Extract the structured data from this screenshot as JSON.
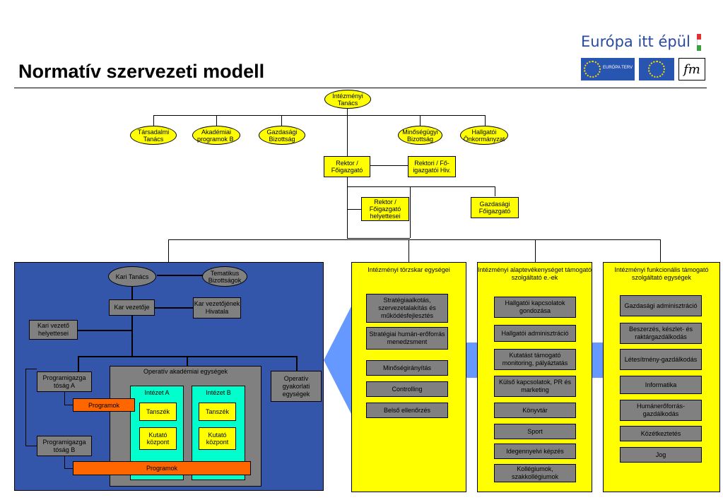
{
  "header": {
    "title": "Normatív szervezeti modell",
    "logo_text": "Európa itt épül",
    "logo_europa_terv": "EURÓPA TERV",
    "logo_fm": "fm"
  },
  "colors": {
    "yellow": "#ffff00",
    "blue_panel": "#3355aa",
    "light_blue_arrow": "#6699ff",
    "gray": "#808080",
    "orange": "#ff6600",
    "cyan": "#00ffcc"
  },
  "top": {
    "intezmenyi_tanacs": "Intézményi Tanács",
    "tarsadalmi_tanacs": "Társadalmi Tanács",
    "akademiai_programok": "Akadémiai programok B.",
    "gazdasagi_bizottsag": "Gazdasági Bizottság",
    "minosegugyi_bizottsag": "Minőségügyi Bizottság",
    "hallgatoi_onkormanyzat": "Hallgatói Önkormányzat",
    "rektor": "Rektor / Főigazgató",
    "rektori_hivatal": "Rektori / Fő-igazgatói Hiv.",
    "rektor_helyettesei": "Rektor / Főigazgató helyettesei",
    "gazdasagi_foigazgato": "Gazdasági Főigazgató"
  },
  "faculty": {
    "kari_tanacs": "Kari Tanács",
    "tematikus_bizottsagok": "Tematikus Bizottságok",
    "kar_vezetoje": "Kar vezetője",
    "kar_vezetojenek_hivatala": "Kar vezetőjének Hivatala",
    "kari_vezeto_helyettesei": "Kari vezető helyettesei",
    "programigazgatosag_a": "Programigazga tóság A",
    "programigazgatosag_b": "Programigazga tóság B",
    "operativ_akademiai": "Operatív akadémiai egységek",
    "operativ_gyakorlati": "Operatív gyakorlati egységek",
    "programok_a": "Programok",
    "programok_b": "Programok",
    "intezet_a": "Intézet A",
    "intezet_b": "Intézet B",
    "tanszek": "Tanszék",
    "kutato_kozpont": "Kutató központ"
  },
  "columns": [
    {
      "title": "Intézményi törzskar egységei",
      "items": [
        "Stratégiaalkotás, szervezetalakítás és működésfejlesztés",
        "Stratégiai humán-erőforrás menedzsment",
        "Minőségirányítás",
        "Controlling",
        "Belső ellenőrzés"
      ]
    },
    {
      "title": "Intézményi alaptevékenységet támogató szolgáltató e.-ek",
      "items": [
        "Hallgatói kapcsolatok gondozása",
        "Hallgatói adminisztráció",
        "Kutatást támogató monitoring, pályáztatás",
        "Külső kapcsolatok, PR és marketing",
        "Könyvtár",
        "Sport",
        "Idegennyelvi képzés",
        "Kollégiumok, szakkollégiumok"
      ]
    },
    {
      "title": "Intézményi funkcionális támogató szolgáltató egységek",
      "items": [
        "Gazdasági adminisztráció",
        "Beszerzés, készlet- és raktárgazdálkodás",
        "Létesítmény-gazdálkodás",
        "Informatika",
        "Humánerőforrás-gazdálkodás",
        "Közétkeztetés",
        "Jog"
      ]
    }
  ]
}
